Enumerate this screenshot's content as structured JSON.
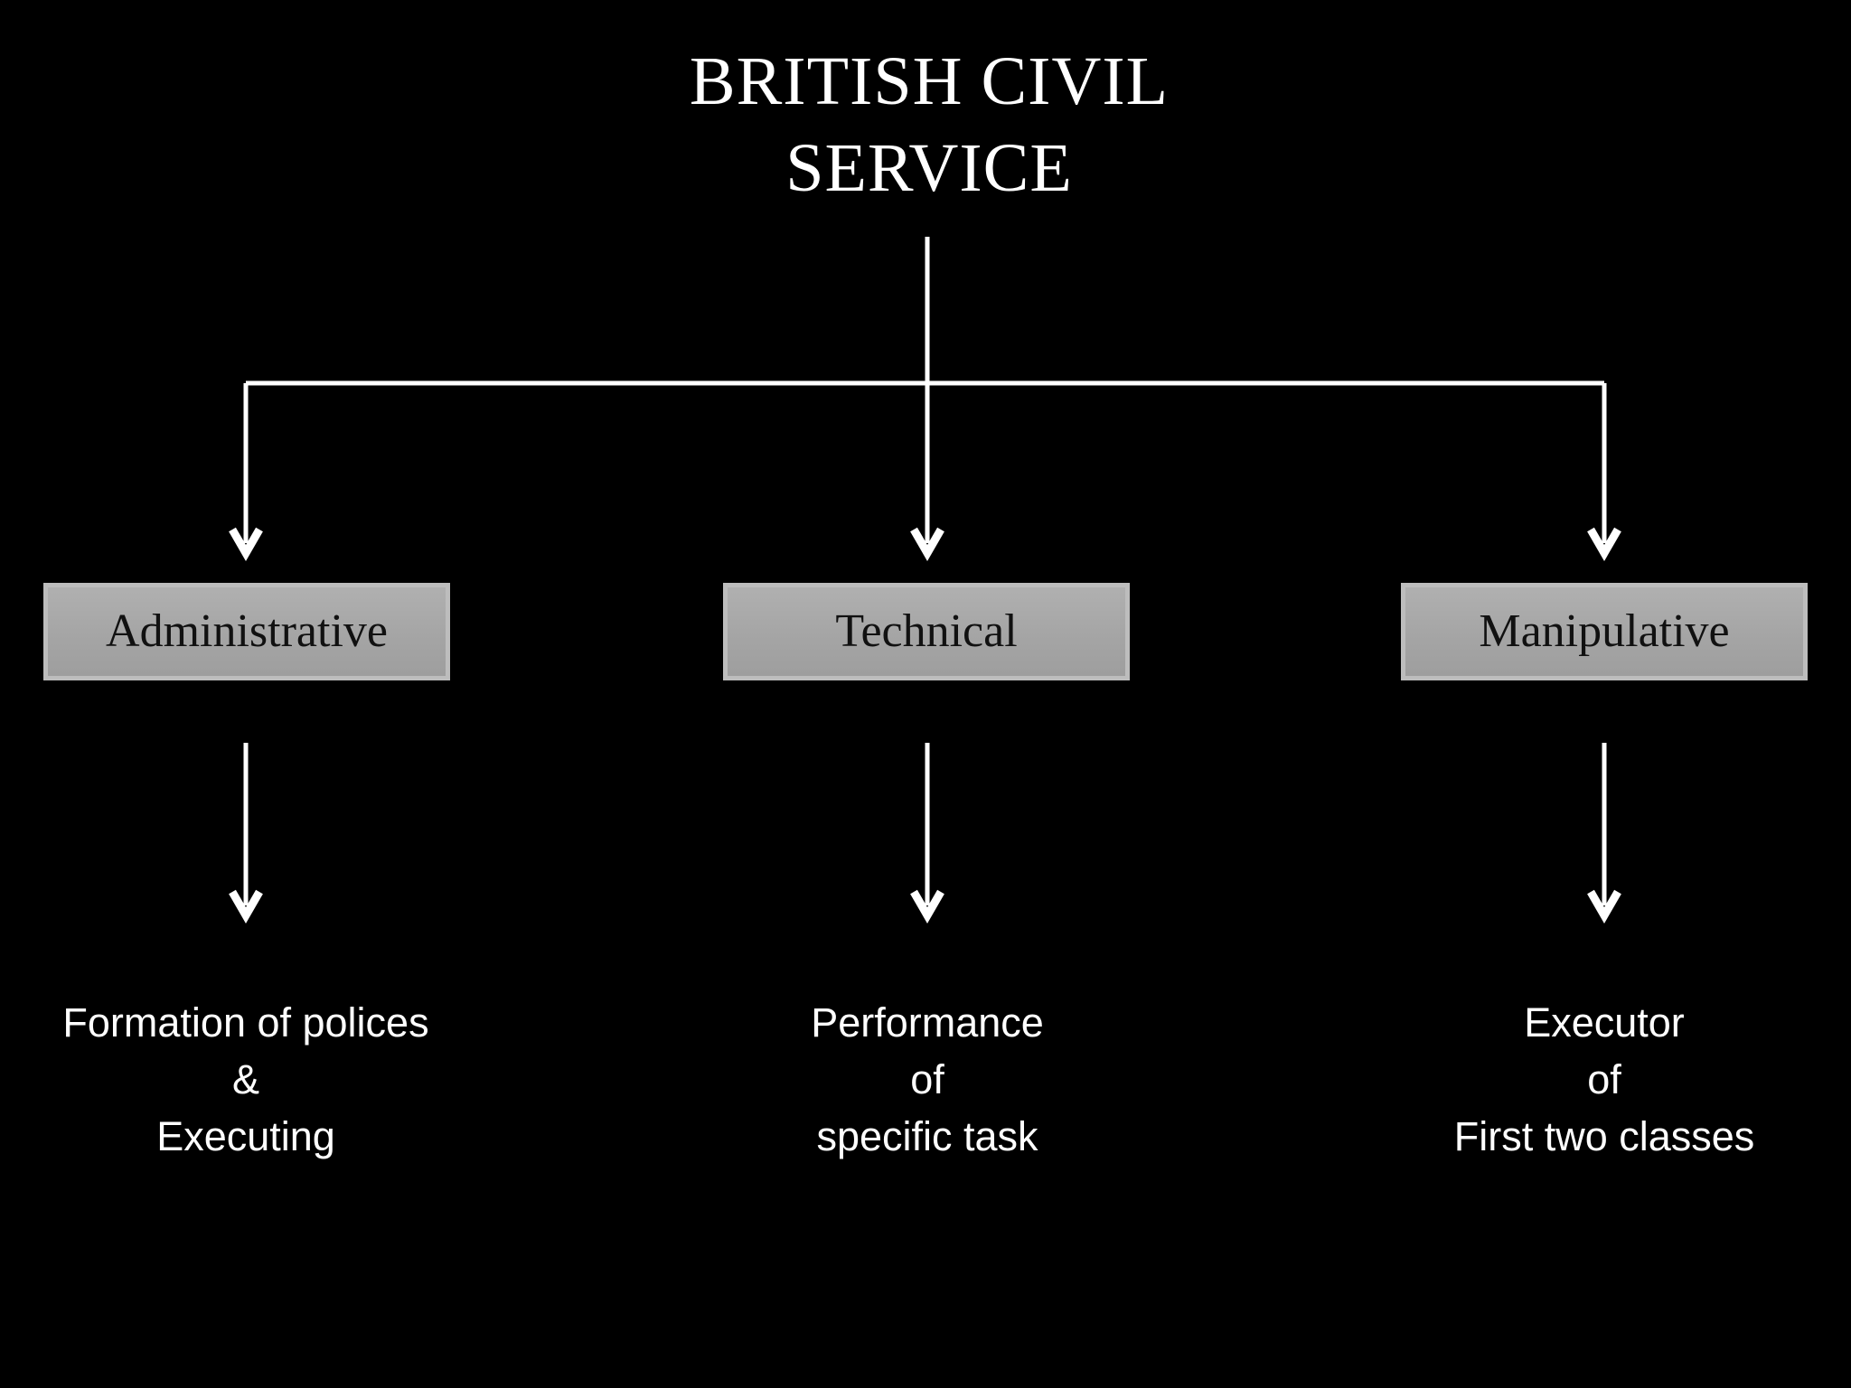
{
  "slide": {
    "type": "organization-diagram",
    "background_color": "#000000"
  },
  "colors": {
    "background": "#000000",
    "connector_line": "#ffffff",
    "box_fill": "#a5a5a5",
    "box_border": "#bdbdbd",
    "box_text": "#111111",
    "text": "#ffffff"
  },
  "title": {
    "text": "BRITISH CIVIL SERVICE",
    "line1": "BRITISH CIVIL",
    "line2": "SERVICE"
  },
  "branches": [
    {
      "label": "Administrative",
      "description_lines": [
        "Formation of polices",
        "&",
        "Executing"
      ]
    },
    {
      "label": "Technical",
      "description_lines": [
        "Performance",
        "of",
        "specific task"
      ]
    },
    {
      "label": "Manipulative",
      "description_lines": [
        "Executor",
        "of",
        "First two classes"
      ]
    }
  ]
}
